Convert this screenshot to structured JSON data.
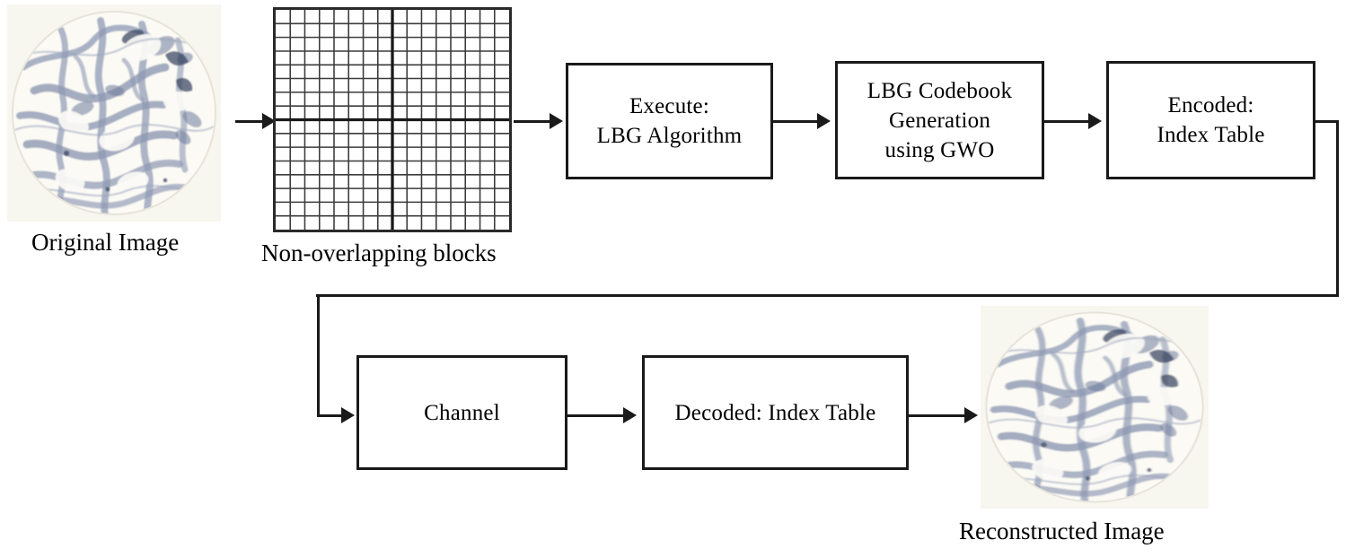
{
  "diagram": {
    "type": "flowchart",
    "title": "",
    "background_color": "#ffffff",
    "line_color": "#1a1a1a",
    "box_border_color": "#1a1a1a",
    "text_color": "#000000"
  },
  "nodes": {
    "original_image": {
      "label": "Original Image",
      "kind": "image",
      "description": "histology tissue core, bluish-gray stain on cream background"
    },
    "blocks": {
      "label": "Non-overlapping blocks",
      "kind": "grid",
      "rows": 16,
      "columns": 16,
      "quadrant_divider": true
    },
    "execute_lbg": {
      "label": "Execute:\nLBG Algorithm",
      "kind": "process"
    },
    "codebook": {
      "label": "LBG Codebook\nGeneration\nusing GWO",
      "kind": "process"
    },
    "encoded": {
      "label": "Encoded:\nIndex Table",
      "kind": "process"
    },
    "channel": {
      "label": "Channel",
      "kind": "process"
    },
    "decoded": {
      "label": "Decoded: Index Table",
      "kind": "process"
    },
    "reconstructed_image": {
      "label": "Reconstructed Image",
      "kind": "image",
      "description": "histology tissue core, bluish-gray stain on cream background"
    }
  },
  "edges": [
    {
      "from": "original_image",
      "to": "blocks",
      "style": "arrow"
    },
    {
      "from": "blocks",
      "to": "execute_lbg",
      "style": "arrow"
    },
    {
      "from": "execute_lbg",
      "to": "codebook",
      "style": "arrow"
    },
    {
      "from": "codebook",
      "to": "encoded",
      "style": "arrow"
    },
    {
      "from": "encoded",
      "to": "channel",
      "style": "arrow-elbow"
    },
    {
      "from": "channel",
      "to": "decoded",
      "style": "arrow"
    },
    {
      "from": "decoded",
      "to": "reconstructed_image",
      "style": "arrow"
    }
  ],
  "colors": {
    "tissue_stain": "#8f9ab4",
    "tissue_stain_dark": "#4a5570",
    "slide_background": "#f6f5ee",
    "stroke": "#1a1a1a"
  }
}
